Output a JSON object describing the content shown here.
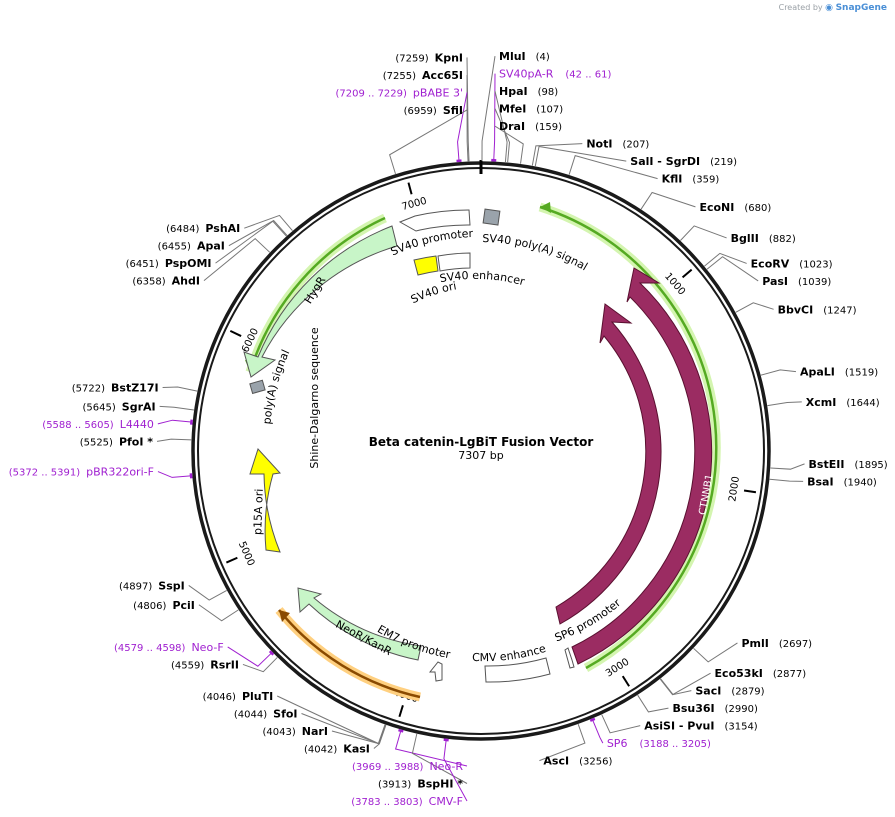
{
  "credit": {
    "created_by": "Created by",
    "brand": "SnapGene"
  },
  "plasmid": {
    "name": "Beta catenin-LgBiT Fusion Vector",
    "length_label": "7307 bp",
    "length_bp": 7307
  },
  "ticks": [
    {
      "bp": 1000,
      "label": "1000"
    },
    {
      "bp": 2000,
      "label": "2000"
    },
    {
      "bp": 3000,
      "label": "3000"
    },
    {
      "bp": 4000,
      "label": "4000"
    },
    {
      "bp": 5000,
      "label": "5000"
    },
    {
      "bp": 6000,
      "label": "6000"
    },
    {
      "bp": 7000,
      "label": "7000"
    }
  ],
  "enzymes": [
    {
      "name": "KpnI",
      "pos": "(7259)",
      "bp": 7259,
      "side": "left"
    },
    {
      "name": "Acc65I",
      "pos": "(7255)",
      "bp": 7255,
      "side": "left"
    },
    {
      "name": "SfiI",
      "pos": "(6959)",
      "bp": 6959,
      "side": "left"
    },
    {
      "name": "PshAI",
      "pos": "(6484)",
      "bp": 6484,
      "side": "left"
    },
    {
      "name": "ApaI",
      "pos": "(6455)",
      "bp": 6455,
      "side": "left"
    },
    {
      "name": "PspOMI",
      "pos": "(6451)",
      "bp": 6451,
      "side": "left"
    },
    {
      "name": "AhdI",
      "pos": "(6358)",
      "bp": 6358,
      "side": "left"
    },
    {
      "name": "BstZ17I",
      "pos": "(5722)",
      "bp": 5722,
      "side": "left"
    },
    {
      "name": "SgrAI",
      "pos": "(5645)",
      "bp": 5645,
      "side": "left"
    },
    {
      "name": "PfoI *",
      "pos": "(5525)",
      "bp": 5525,
      "side": "left"
    },
    {
      "name": "SspI",
      "pos": "(4897)",
      "bp": 4897,
      "side": "left"
    },
    {
      "name": "PciI",
      "pos": "(4806)",
      "bp": 4806,
      "side": "left"
    },
    {
      "name": "RsrII",
      "pos": "(4559)",
      "bp": 4559,
      "side": "left"
    },
    {
      "name": "PluTI",
      "pos": "(4046)",
      "bp": 4046,
      "side": "left"
    },
    {
      "name": "SfoI",
      "pos": "(4044)",
      "bp": 4044,
      "side": "left"
    },
    {
      "name": "NarI",
      "pos": "(4043)",
      "bp": 4043,
      "side": "left"
    },
    {
      "name": "KasI",
      "pos": "(4042)",
      "bp": 4042,
      "side": "left"
    },
    {
      "name": "BspHI *",
      "pos": "(3913)",
      "bp": 3913,
      "side": "left"
    },
    {
      "name": "MluI",
      "pos": "(4)",
      "bp": 4,
      "side": "right"
    },
    {
      "name": "HpaI",
      "pos": "(98)",
      "bp": 98,
      "side": "right"
    },
    {
      "name": "MfeI",
      "pos": "(107)",
      "bp": 107,
      "side": "right"
    },
    {
      "name": "DraI",
      "pos": "(159)",
      "bp": 159,
      "side": "right"
    },
    {
      "name": "NotI",
      "pos": "(207)",
      "bp": 207,
      "side": "right"
    },
    {
      "name": "SalI  - SgrDI",
      "pos": "(219)",
      "bp": 219,
      "side": "right"
    },
    {
      "name": "KflI",
      "pos": "(359)",
      "bp": 359,
      "side": "right"
    },
    {
      "name": "EcoNI",
      "pos": "(680)",
      "bp": 680,
      "side": "right"
    },
    {
      "name": "BglII",
      "pos": "(882)",
      "bp": 882,
      "side": "right"
    },
    {
      "name": "EcoRV",
      "pos": "(1023)",
      "bp": 1023,
      "side": "right"
    },
    {
      "name": "PasI",
      "pos": "(1039)",
      "bp": 1039,
      "side": "right"
    },
    {
      "name": "BbvCI",
      "pos": "(1247)",
      "bp": 1247,
      "side": "right"
    },
    {
      "name": "ApaLI",
      "pos": "(1519)",
      "bp": 1519,
      "side": "right"
    },
    {
      "name": "XcmI",
      "pos": "(1644)",
      "bp": 1644,
      "side": "right"
    },
    {
      "name": "BstEII",
      "pos": "(1895)",
      "bp": 1895,
      "side": "right"
    },
    {
      "name": "BsaI",
      "pos": "(1940)",
      "bp": 1940,
      "side": "right"
    },
    {
      "name": "PmlI",
      "pos": "(2697)",
      "bp": 2697,
      "side": "right"
    },
    {
      "name": "Eco53kI",
      "pos": "(2877)",
      "bp": 2877,
      "side": "right"
    },
    {
      "name": "SacI",
      "pos": "(2879)",
      "bp": 2879,
      "side": "right"
    },
    {
      "name": "Bsu36I",
      "pos": "(2990)",
      "bp": 2990,
      "side": "right"
    },
    {
      "name": "AsiSI  - PvuI",
      "pos": "(3154)",
      "bp": 3154,
      "side": "right"
    },
    {
      "name": "AscI",
      "pos": "(3256)",
      "bp": 3256,
      "side": "right"
    }
  ],
  "primers": [
    {
      "name": "pBABE 3'",
      "pos": "(7209 .. 7229)",
      "bp": 7219,
      "side": "left"
    },
    {
      "name": "L4440",
      "pos": "(5588 .. 5605)",
      "bp": 5596,
      "side": "left"
    },
    {
      "name": "pBR322ori-F",
      "pos": "(5372 .. 5391)",
      "bp": 5381,
      "side": "left"
    },
    {
      "name": "Neo-F",
      "pos": "(4579 .. 4598)",
      "bp": 4588,
      "side": "left"
    },
    {
      "name": "Neo-R",
      "pos": "(3969 .. 3988)",
      "bp": 3978,
      "side": "left"
    },
    {
      "name": "CMV-F",
      "pos": "(3783 .. 3803)",
      "bp": 3793,
      "side": "left"
    },
    {
      "name": "SV40pA-R",
      "pos": "(42 .. 61)",
      "bp": 51,
      "side": "right"
    },
    {
      "name": "SP6",
      "pos": "(3188 .. 3205)",
      "bp": 3196,
      "side": "right"
    }
  ],
  "features": [
    {
      "label": "SV40 poly(A) signal"
    },
    {
      "label": "SV40 promoter"
    },
    {
      "label": "SV40 enhancer"
    },
    {
      "label": "SV40 ori"
    },
    {
      "label": "HygR"
    },
    {
      "label": "poly(A) signal"
    },
    {
      "label": "Shine-Dalgarno sequence"
    },
    {
      "label": "p15A ori"
    },
    {
      "label": "NeoR/KanR"
    },
    {
      "label": "EM7 promoter"
    },
    {
      "label": "CMV enhancer"
    },
    {
      "label": "SP6 promoter"
    },
    {
      "label": "β-catenin"
    },
    {
      "label": "CTNNB1"
    }
  ],
  "colors": {
    "primer": "#a020d0",
    "beta_catenin": "#9b2c62",
    "hygr": "#c8f5c8",
    "p15a": "#ffff00",
    "neo_highlight": "#ffd080",
    "orf_green": "#55aa22"
  }
}
